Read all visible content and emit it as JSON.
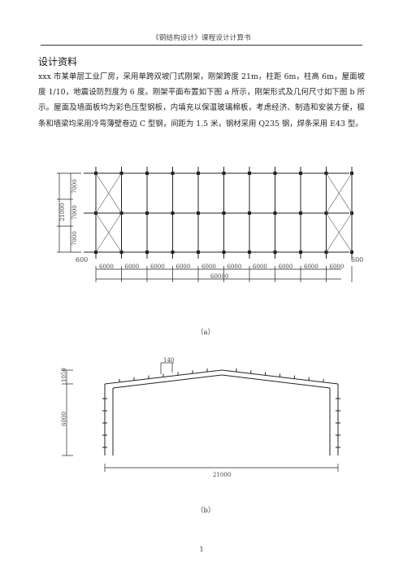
{
  "header": {
    "title": "《钢结构设计》课程设计计算书"
  },
  "section": {
    "title": "设计资料"
  },
  "paragraph": "xxx 市某单层工业厂房，采用单跨双坡门式刚架，刚架跨度 21m，柱距 6m，柱高 6m，屋面坡度 1/10，地震设防烈度为 6 度。刚架平面布置如下图 a 所示，刚架形式及几何尺寸如下图 b 所示。屋面及墙面板均为彩色压型钢板，内填充以保温玻璃棉板，考虑经济、制造和安装方便，檩条和墙梁均采用冷弯薄壁卷边 C 型钢，间距为 1.5 米，钢材采用 Q235 钢，焊条采用 E43 型。",
  "figure_a": {
    "left_dims": [
      "7000",
      "7000",
      "7000"
    ],
    "total_left": "21000",
    "side_labels": [
      "600",
      "600"
    ],
    "bay_dims": [
      "6000",
      "6000",
      "6000",
      "6000",
      "6000",
      "6000",
      "6000",
      "6000",
      "6000",
      "6000"
    ],
    "total_bottom": "60000",
    "caption": "（a）"
  },
  "figure_b": {
    "dim_spacing": "140",
    "dim_rise": "1050",
    "dim_height": "6000",
    "dim_span": "21000",
    "caption": "（b）"
  },
  "page_number": "1"
}
